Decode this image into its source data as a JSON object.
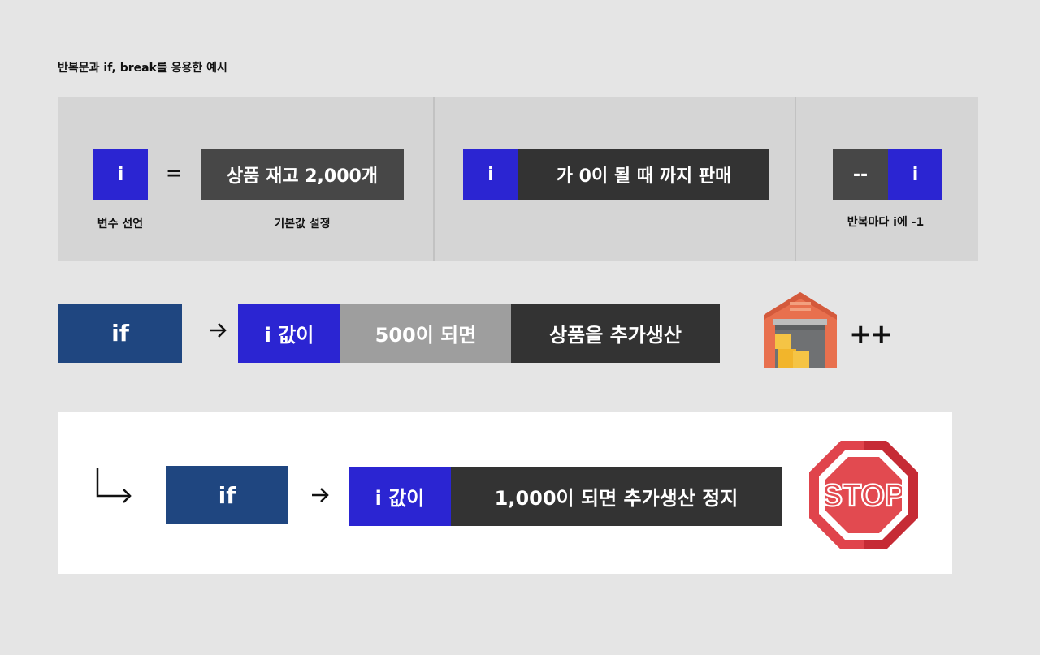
{
  "title": "반복문과 if, break를 응용한 예시",
  "row1": {
    "var_box": "i",
    "equals": "=",
    "initial_box": "상품 재고 2,000개",
    "caption_var": "변수 선언",
    "caption_initial": "기본값 설정",
    "cond_var": "i",
    "cond_text": "가 0이 될 때 까지 판매",
    "dec_op": "--",
    "dec_var": "i",
    "caption_dec": "반복마다 i에 -1"
  },
  "row2": {
    "if_label": "if",
    "arrow": "→",
    "seg1": "i 값이",
    "seg2": "500이 되면",
    "seg3": "상품을 추가생산",
    "plus": "++",
    "icon": "warehouse-icon"
  },
  "row3": {
    "corner_arrow": "↳",
    "if_label": "if",
    "arrow": "→",
    "seg1": "i 값이",
    "seg2": "1,000이 되면 추가생산 정지",
    "stop_text": "STOP",
    "icon": "stop-sign-icon"
  },
  "colors": {
    "blue": "#2b25d2",
    "navy": "#1f4680",
    "dark": "#333333",
    "gray": "#9e9e9e",
    "stop_red": "#e0444c"
  }
}
